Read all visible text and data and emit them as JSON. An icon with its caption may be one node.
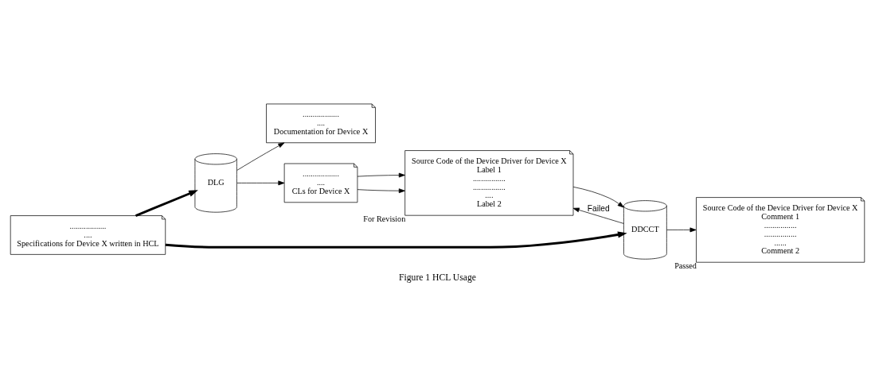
{
  "diagram": {
    "caption": "Figure 1 HCL Usage",
    "nodes": [
      {
        "text": [
          "..................",
          "....",
          "Specifications for Device X written in HCL"
        ]
      },
      {
        "text": [
          "DLG"
        ]
      },
      {
        "text": [
          "..................",
          "....",
          "Documentation for Device X"
        ]
      },
      {
        "text": [
          "..................",
          "....",
          "CLs for Device X"
        ]
      },
      {
        "text": [
          "Source Code of the Device Driver for Device X",
          "Label 1",
          "................",
          "................",
          "....",
          "Label 2"
        ],
        "beside": [
          "For Revision"
        ]
      },
      {
        "text": [
          "DDCCT"
        ]
      },
      {
        "text": [
          "Source Code of the Device Driver for Device X",
          "Comment 1",
          "................",
          "................",
          "......",
          "Comment 2"
        ],
        "beside": [
          "Passed"
        ]
      }
    ],
    "edges": [
      {
        "from": 0,
        "to": 1,
        "arrow": "to",
        "style": "thick"
      },
      {
        "from": 1,
        "to": 2,
        "arrow": "to"
      },
      {
        "from": 1,
        "to": 3,
        "arrow": "to"
      },
      {
        "from": 3,
        "to": 4,
        "arrow": "to"
      },
      {
        "from": 3,
        "to": 4,
        "arrow": "to"
      },
      {
        "from": 4,
        "to": 5,
        "arrow": "to"
      },
      {
        "from": 0,
        "to": 5,
        "arrow": "to",
        "style": "thick"
      },
      {
        "from": 5,
        "to": 4,
        "arrow": "to",
        "label": "Failed"
      },
      {
        "from": 5,
        "to": 6,
        "arrow": "to"
      }
    ]
  }
}
